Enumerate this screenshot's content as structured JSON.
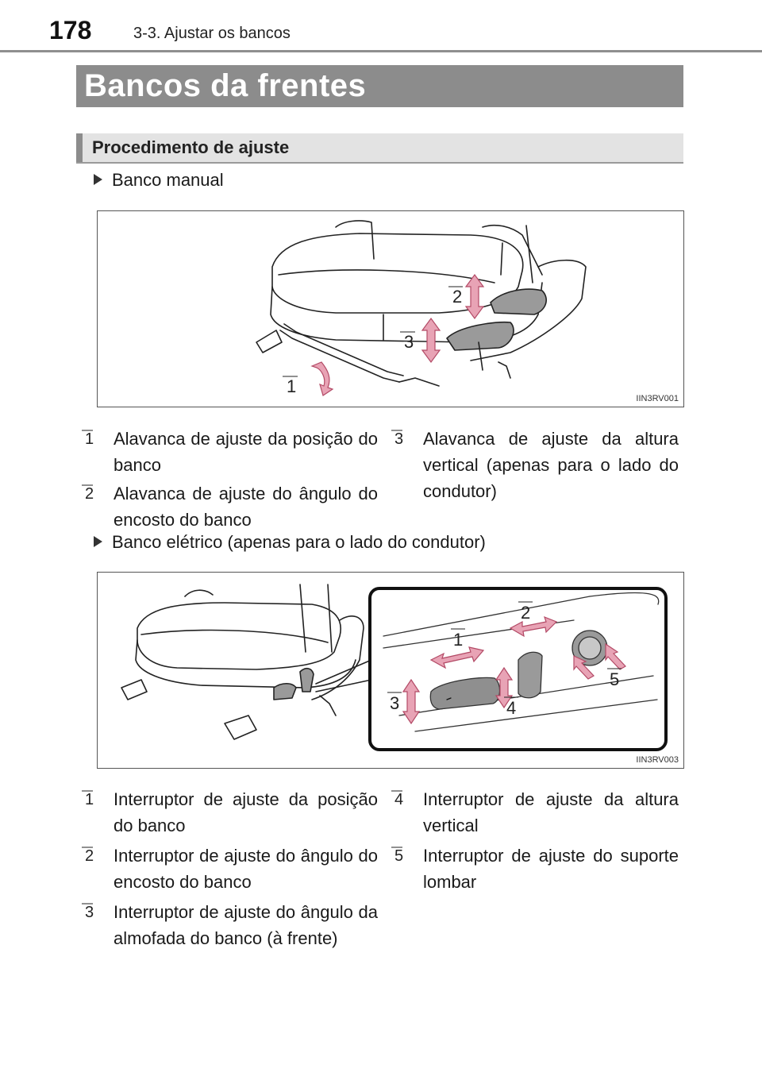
{
  "header": {
    "page_number": "178",
    "breadcrumb": "3-3. Ajustar os bancos"
  },
  "title": "Bancos da frentes",
  "section": {
    "title": "Procedimento de ajuste"
  },
  "manual": {
    "heading": "Banco manual",
    "figure_code": "IIN3RV001",
    "callouts": [
      "1",
      "2",
      "3"
    ],
    "legend": [
      {
        "num": "1",
        "text": "Alavanca de ajuste da posição do banco"
      },
      {
        "num": "2",
        "text": "Alavanca de ajuste do ângulo do encosto do banco"
      },
      {
        "num": "3",
        "text": "Alavanca de ajuste da altura vertical (apenas para o lado do condutor)"
      }
    ]
  },
  "electric": {
    "heading": "Banco elétrico (apenas para o lado do condutor)",
    "figure_code": "IIN3RV003",
    "callouts": [
      "1",
      "2",
      "3",
      "4",
      "5"
    ],
    "legend": [
      {
        "num": "1",
        "text": "Interruptor de ajuste da posição do banco"
      },
      {
        "num": "2",
        "text": "Interruptor de ajuste do ângulo do encosto do banco"
      },
      {
        "num": "3",
        "text": "Interruptor de ajuste do ângulo da almofada do banco (à frente)"
      },
      {
        "num": "4",
        "text": "Interruptor de ajuste da altura vertical"
      },
      {
        "num": "5",
        "text": "Interruptor de ajuste do suporte lombar"
      }
    ]
  },
  "colors": {
    "arrow": "#e8a3b5",
    "title_bar": "#8c8c8c",
    "section_bar": "#e3e3e3"
  }
}
